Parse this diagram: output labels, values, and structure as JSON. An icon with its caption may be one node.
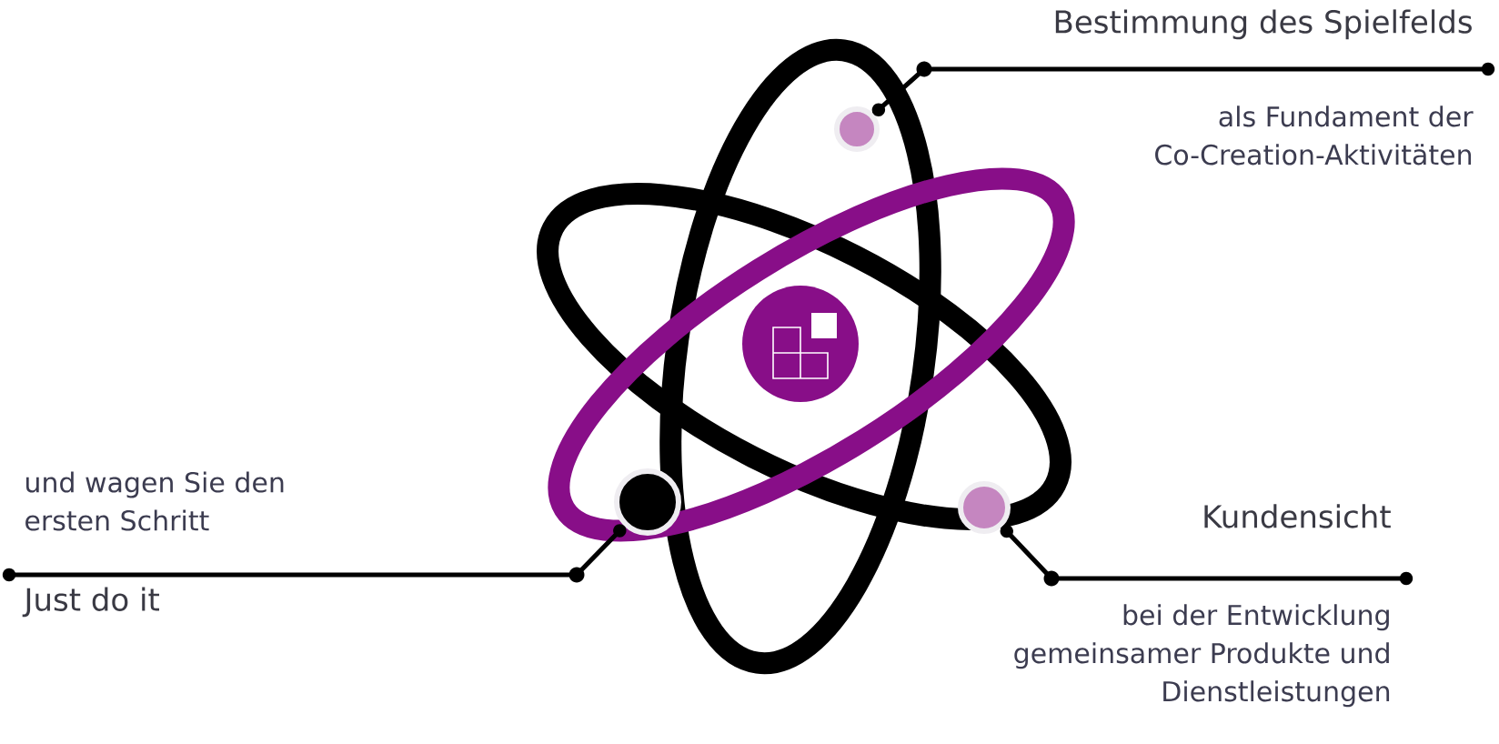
{
  "diagram": {
    "nodes": [
      {
        "text": [
          "Bestimmung des Spielfelds",
          "als Fundament der Co-Creation-Aktivitäten"
        ]
      },
      {
        "text": [],
        "shape": "circle"
      },
      {
        "text": [],
        "shape": "circle"
      },
      {
        "text": [],
        "shape": "circle"
      },
      {
        "text": [
          "und wagen Sie den ersten Schritt",
          "Just do it"
        ]
      },
      {
        "text": [
          "Kundensicht",
          "bei der Entwicklung gemeinsamer Produkte und Dienstleistungen"
        ]
      }
    ],
    "edges": [
      {
        "from": 0,
        "to": 1,
        "arrow": "other"
      },
      {
        "from": 4,
        "to": 2,
        "arrow": "other"
      },
      {
        "from": 5,
        "to": 3,
        "arrow": "other"
      }
    ]
  }
}
